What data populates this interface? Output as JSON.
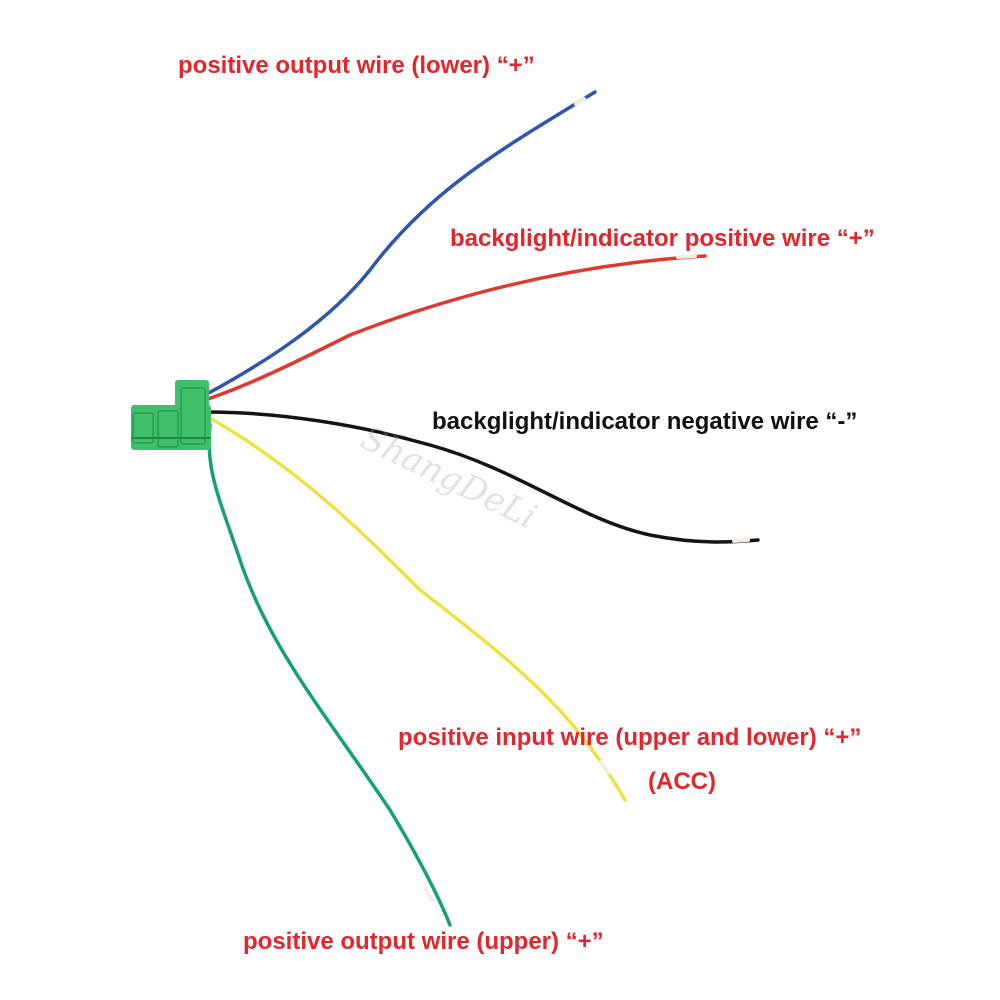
{
  "labels": {
    "blue_output_lower": "positive output wire (lower) “+”",
    "red_backlight_positive": "backglight/indicator positive wire “+”",
    "black_backlight_negative": "backglight/indicator negative wire “-”",
    "yellow_input": "positive input wire (upper and lower) “+”",
    "yellow_input_acc": "(ACC)",
    "green_output_upper": "positive output wire (upper) “+”"
  },
  "watermark": "ShangDeLi",
  "colors": {
    "label_red": "#e3262b",
    "label_black": "#111111",
    "wire_blue": "#2f55b3",
    "wire_red": "#e0382e",
    "wire_black": "#141414",
    "wire_yellow": "#ece245",
    "wire_green": "#15a07a",
    "connector_green": "#3fbf6a",
    "wire_tip": "#f2eee0"
  }
}
